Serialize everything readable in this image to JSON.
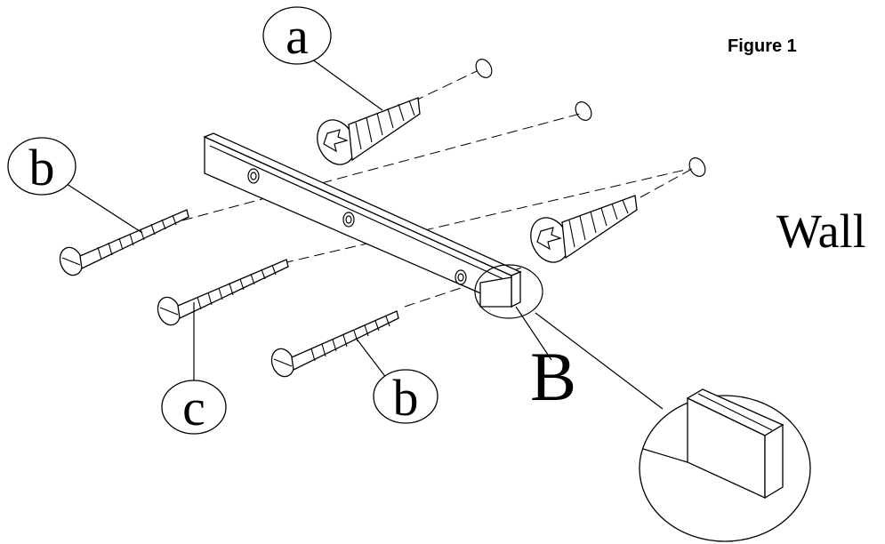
{
  "figure": {
    "title": "Figure 1",
    "wall_label": "Wall",
    "callouts": {
      "a": "a",
      "b_left": "b",
      "b_bottom": "b",
      "c": "c",
      "B": "B"
    }
  }
}
